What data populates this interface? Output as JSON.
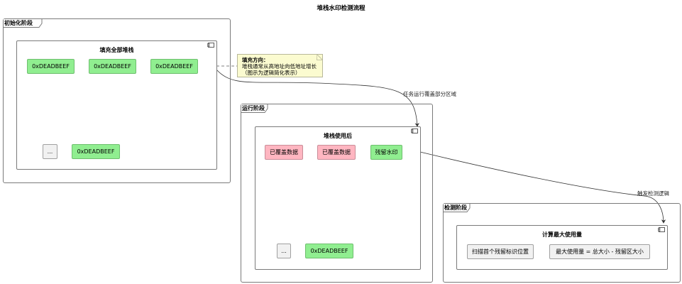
{
  "diagram": {
    "title": "堆栈水印检测流程",
    "phases": [
      {
        "label": "初始化阶段",
        "component": {
          "title": "填充全部堆栈",
          "cells": [
            "0xDEADBEEF",
            "0xDEADBEEF",
            "0xDEADBEEF",
            "...",
            "0xDEADBEEF"
          ]
        }
      },
      {
        "label": "运行阶段",
        "component": {
          "title": "堆栈使用后",
          "cells": [
            "已覆盖数据",
            "已覆盖数据",
            "残留水印",
            "...",
            "0xDEADBEEF"
          ]
        }
      },
      {
        "label": "检测阶段",
        "component": {
          "title": "计算最大使用量",
          "cells": [
            "扫描首个残留标识位置",
            "最大使用量 = 总大小 - 残留区大小"
          ]
        }
      }
    ],
    "note": {
      "heading": "填充方向：",
      "lines": [
        "堆栈通常从高地址向低地址增长",
        "（图示为逻辑简化表示）"
      ]
    },
    "edges": [
      {
        "label": "任务运行覆盖部分区域",
        "from": "填充全部堆栈",
        "to": "堆栈使用后"
      },
      {
        "label": "触发检测逻辑",
        "from": "堆栈使用后",
        "to": "计算最大使用量"
      }
    ],
    "colors": {
      "watermark_fill": "#90ee90",
      "overwritten_fill": "#ffb6c1",
      "neutral_fill": "#f1f1f1",
      "note_fill": "#fbfbd0",
      "border": "#7a7a7a"
    }
  }
}
